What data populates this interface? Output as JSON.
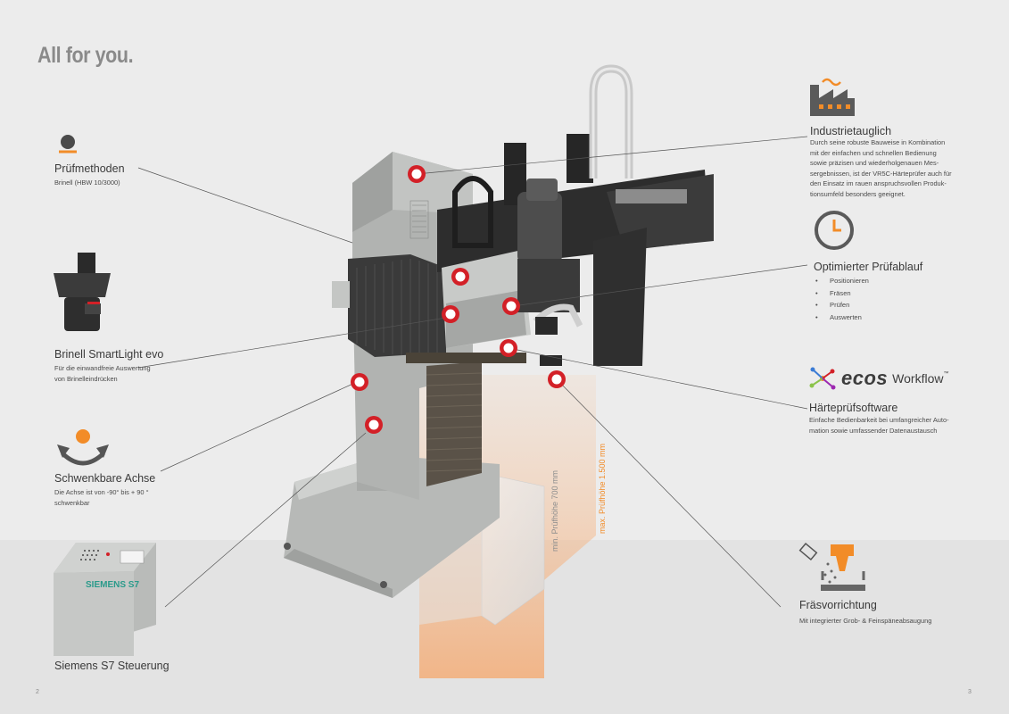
{
  "headline": "All for you.",
  "features_left": [
    {
      "title": "Prüfmethoden",
      "text": [
        "Brinell (HBW 10/3000)"
      ]
    },
    {
      "title": "Brinell SmartLight evo",
      "text": [
        "Für die einwandfreie Auswertung",
        "von Brinelleindrücken"
      ]
    },
    {
      "title": "Schwenkbare Achse",
      "text": [
        "Die Achse ist von -90°  bis + 90 °",
        "schwenkbar"
      ]
    },
    {
      "title": "Siemens S7 Steuerung",
      "text": []
    }
  ],
  "features_right": [
    {
      "title": "Industrietauglich",
      "text": [
        "Durch seine robuste Bauweise in Kombination",
        "mit der einfachen und schnellen Bedienung",
        "sowie präzisen und wiederholgenauen Mes-",
        "sergebnissen, ist der VR5C-Härteprüfer auch für",
        "den Einsatz im rauen anspruchsvollen Produk-",
        "tionsumfeld besonders geeignet."
      ]
    },
    {
      "title": "Optimierter Prüfablauf",
      "bullets": [
        "Positionieren",
        "Fräsen",
        "Prüfen",
        "Auswerten"
      ]
    },
    {
      "title": "Härteprüfsoftware",
      "text": [
        "Einfache Bedienbarkeit bei umfangreicher Auto-",
        "mation sowie umfassender Datenaustausch"
      ]
    },
    {
      "title": "Fräsvorrichtung",
      "text": [
        "Mit integrierter Grob- & Feinspäneabsaugung"
      ]
    }
  ],
  "ecos_logo": {
    "word": "ecos",
    "sub": "Workflow",
    "tm": "™"
  },
  "machine_labels": {
    "min_height": "min. Prüfhöhe 700 mm",
    "max_height": "max. Prüfhöhe 1.500 mm",
    "siemens": "SIEMENS S7"
  },
  "page_numbers": {
    "left": "2",
    "right": "3"
  },
  "colors": {
    "accent": "#f28c28",
    "marker": "#d32027",
    "text": "#3a3a3a",
    "headline": "#8a8a8a"
  }
}
